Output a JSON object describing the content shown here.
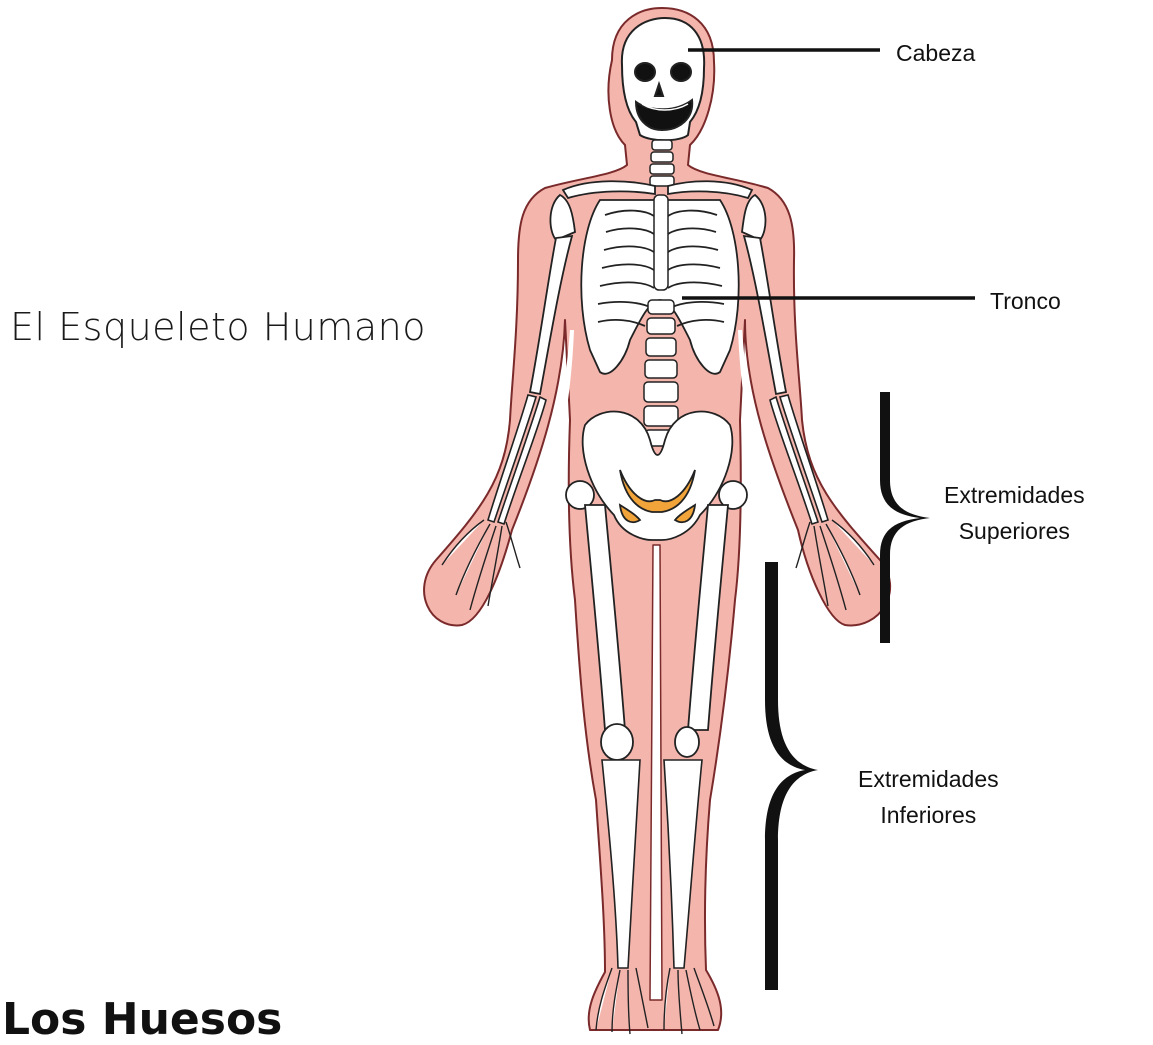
{
  "title": "El Esqueleto Humano",
  "subtitle": "Los Huesos",
  "labels": {
    "head": "Cabeza",
    "trunk": "Tronco",
    "upper_1": "Extremidades",
    "upper_2": "Superiores",
    "lower_1": "Extremidades",
    "lower_2": "Inferiores"
  },
  "colors": {
    "skin": "#f4b5ad",
    "skin_outline": "#7a2a2a",
    "bone": "#ffffff",
    "bone_outline": "#222222",
    "hip_accent": "#f0a43a",
    "line": "#111111"
  }
}
